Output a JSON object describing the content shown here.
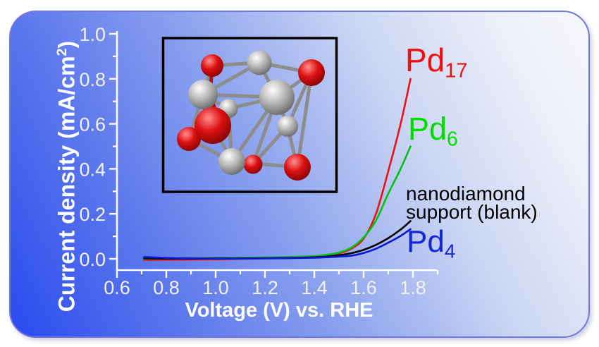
{
  "window": {
    "background": "#ffffff"
  },
  "card": {
    "border_color": "#7277e0",
    "gradient_from": "#2a4af0",
    "gradient_to": "#f6f7fb"
  },
  "inset": {
    "border_color": "#000000",
    "atom_color_red": "#cc1111",
    "atom_color_gray": "#b2b2b2",
    "bond_color": "#8d8d8d"
  },
  "chart_data": {
    "type": "line",
    "title": "",
    "xlabel": "Voltage (V) vs. RHE",
    "ylabel": "Current density (mA/cm2)",
    "ylabel_parts": [
      "Current density (mA/cm",
      "2",
      ")"
    ],
    "xlim": [
      0.6,
      1.9
    ],
    "ylim": [
      -0.05,
      1.01
    ],
    "grid": "off",
    "legend_position": "labels-near-curves",
    "xticks": [
      0.6,
      0.8,
      1.0,
      1.2,
      1.4,
      1.6,
      1.8
    ],
    "xticks_minor": [
      0.7,
      0.9,
      1.1,
      1.3,
      1.5,
      1.7,
      1.9
    ],
    "yticks": [
      0.0,
      0.2,
      0.4,
      0.6,
      0.8,
      1.0
    ],
    "yticks_minor": [
      0.1,
      0.3,
      0.5,
      0.7,
      0.9
    ],
    "x": [
      0.71,
      0.8,
      0.9,
      1.0,
      1.1,
      1.2,
      1.3,
      1.4,
      1.45,
      1.5,
      1.55,
      1.6,
      1.65,
      1.7,
      1.75,
      1.79
    ],
    "series": [
      {
        "name": "Pd17",
        "color": "#ee1111",
        "y": [
          -0.005,
          -0.004,
          -0.003,
          -0.002,
          0.0,
          0.002,
          0.004,
          0.008,
          0.014,
          0.024,
          0.045,
          0.09,
          0.2,
          0.39,
          0.6,
          0.8
        ]
      },
      {
        "name": "Pd6",
        "color": "#00c314",
        "y": [
          0.0,
          0.001,
          0.003,
          0.004,
          0.005,
          0.006,
          0.008,
          0.012,
          0.018,
          0.028,
          0.05,
          0.095,
          0.17,
          0.29,
          0.4,
          0.5
        ]
      },
      {
        "name": "nanodiamond support (blank)",
        "color": "#000000",
        "y": [
          0.002,
          0.001,
          0.001,
          0.002,
          0.002,
          0.003,
          0.004,
          0.007,
          0.01,
          0.016,
          0.025,
          0.04,
          0.062,
          0.092,
          0.13,
          0.168
        ]
      },
      {
        "name": "Pd4",
        "color": "#0b16d6",
        "y": [
          0.008,
          0.004,
          0.002,
          0.001,
          0.001,
          0.002,
          0.003,
          0.005,
          0.007,
          0.01,
          0.014,
          0.026,
          0.045,
          0.072,
          0.102,
          0.132
        ]
      }
    ],
    "labels": [
      {
        "base": "Pd",
        "sub": "17",
        "color": "#ee1111"
      },
      {
        "base": "Pd",
        "sub": "6",
        "color": "#00dd00"
      },
      {
        "line1": "nanodiamond",
        "line2": "support (blank)",
        "color": "#000000"
      },
      {
        "base": "Pd",
        "sub": "4",
        "color": "#1525d8"
      }
    ]
  }
}
